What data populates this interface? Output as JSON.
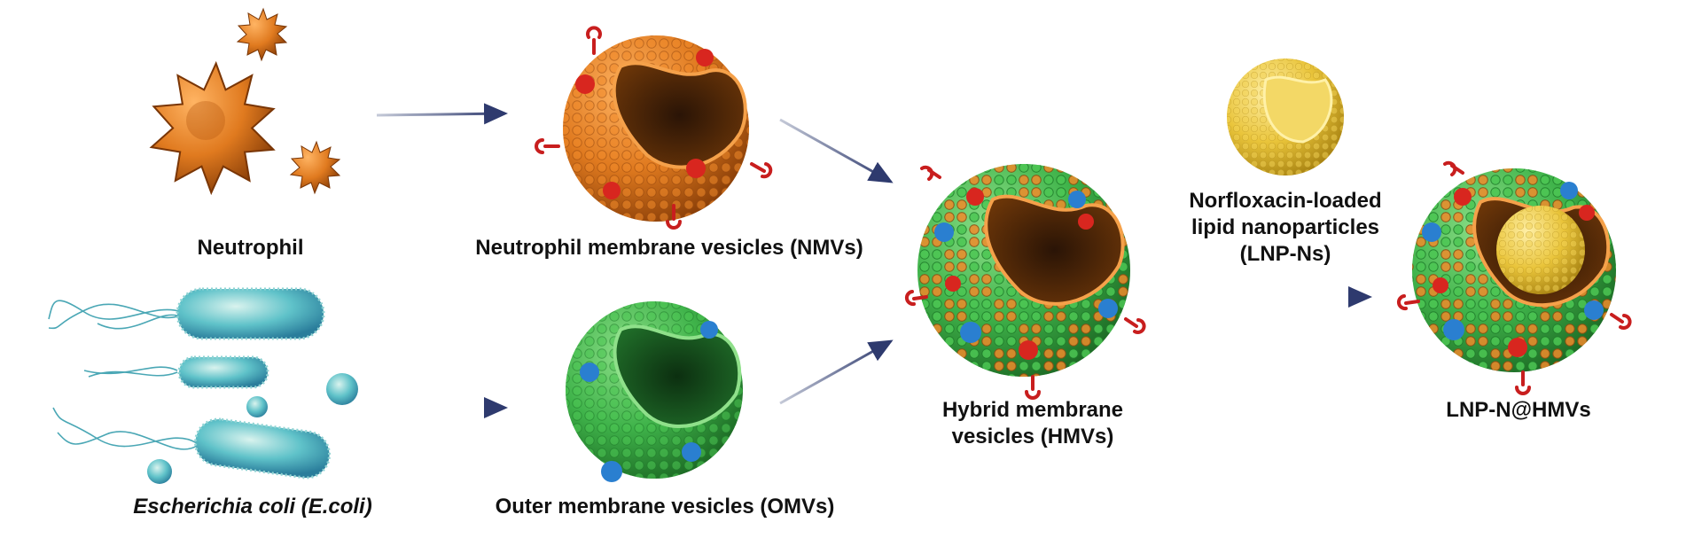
{
  "labels": {
    "neutrophil": "Neutrophil",
    "ecoli": "Escherichia coli (E.coli)",
    "nmvs": "Neutrophil membrane vesicles (NMVs)",
    "omvs": "Outer membrane vesicles (OMVs)",
    "hmvs_line1": "Hybrid membrane",
    "hmvs_line2": "vesicles (HMVs)",
    "lnp_line1": "Norfloxacin-loaded",
    "lnp_line2": "lipid  nanoparticles",
    "lnp_line3": "(LNP-Ns)",
    "product": "LNP-N@HMVs"
  },
  "icons": [
    "neutrophil-cell-icon",
    "bacteria-icon",
    "nmv-vesicle-icon",
    "omv-vesicle-icon",
    "hmv-vesicle-icon",
    "lipid-nanoparticle-icon",
    "lnp-hmv-vesicle-icon"
  ],
  "colors": {
    "neutrophil_orange": "#e07a1f",
    "membrane_green": "#3fb34a",
    "nanoparticle_yellow": "#e9c43a",
    "bacteria_teal": "#4fb3c7",
    "protein_red": "#d8261f",
    "protein_blue": "#2a7fd0",
    "arrow_navy": "#2e3a6e"
  }
}
